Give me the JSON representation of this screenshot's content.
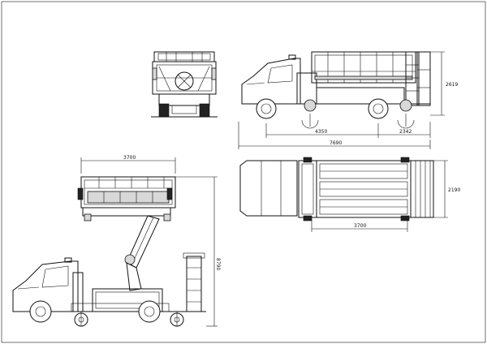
{
  "dimensions": {
    "front_height": "2619",
    "wheelbase": "4350",
    "rear_overhang": "2342",
    "total_length": "7690",
    "platform_width_top": "3700",
    "plan_width": "2190",
    "plan_platform_length": "3700",
    "raised_height": "8790"
  }
}
